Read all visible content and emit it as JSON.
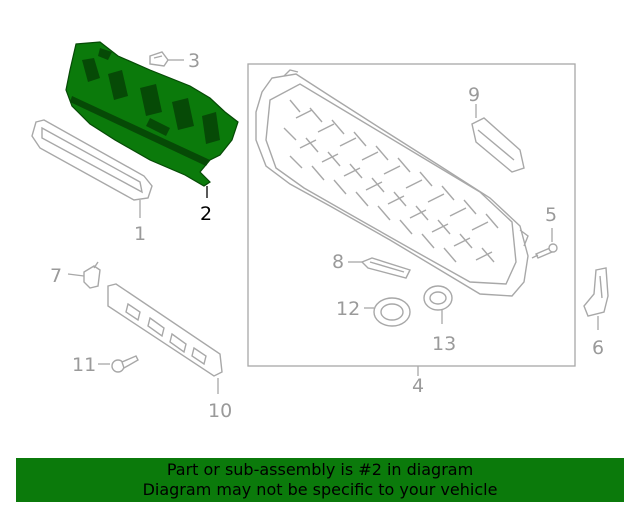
{
  "callouts": {
    "c1": "1",
    "c2": "2",
    "c3": "3",
    "c4": "4",
    "c5": "5",
    "c6": "6",
    "c7": "7",
    "c8": "8",
    "c9": "9",
    "c10": "10",
    "c11": "11",
    "c12": "12",
    "c13": "13"
  },
  "highlighted_part": "2",
  "colors": {
    "highlight": "#0b7a0b",
    "line": "#a8a8a8",
    "banner": "#0b7a0b"
  },
  "banner": {
    "line1": "Part or sub-assembly is #2 in diagram",
    "line2": "Diagram may not be specific to your vehicle"
  }
}
